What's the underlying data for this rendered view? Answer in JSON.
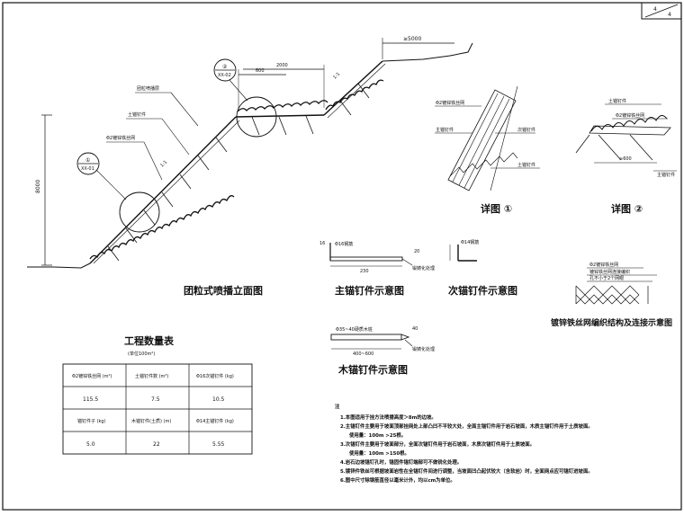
{
  "sheet_no": {
    "current": "4",
    "total": "4"
  },
  "elevation": {
    "title": "团粒式喷播立面图",
    "height_dim": "8000",
    "top_width_dim": "≥5000",
    "berm_dim_600": "600",
    "berm_dim_2000": "2000",
    "slope_ratio_upper": "1:1",
    "slope_ratio_lower": "1:1",
    "callout_1_top": "①",
    "callout_1_bottom": "XX-01",
    "callout_2_top": "②",
    "callout_2_bottom": "XX-02",
    "label_eco_mat": "团粒喷播层",
    "label_soil_anchor": "土锚钉件",
    "label_wire_mesh": "Φ2镀锌铁丝网"
  },
  "detail1": {
    "title": "详图 ①",
    "label_mesh": "Φ2镀锌铁丝网",
    "label_anchor": "主锚钉件",
    "label_sec_anchor": "次锚钉件",
    "label_soil": "土锚钉件"
  },
  "detail2": {
    "title": "详图 ②",
    "label_soil": "土锚钉件",
    "label_mesh": "Φ2镀锌铁丝网",
    "dim": "≥600",
    "label_main": "主锚钉件"
  },
  "main_anchor": {
    "title": "主锚钉件示意图",
    "label_bar": "Φ16钢筋",
    "dim_20": "20",
    "dim_230": "230",
    "dim_16": "16",
    "label_tip": "锻铸化处理"
  },
  "sec_anchor": {
    "title": "次锚钉件示意图",
    "label_bar": "Φ14钢筋"
  },
  "wood_anchor": {
    "title": "木锚钉件示意图",
    "label_bar": "Φ35~40硬质木桩",
    "dim_40": "40",
    "dim_len": "400~600",
    "label_tip": "锻铸化处理"
  },
  "mesh_detail": {
    "title": "镀锌铁丝网编织结构及连接示意图",
    "label_1": "Φ2镀锌铁丝网",
    "label_2": "镀锌铁丝网连接编织",
    "label_3": "孔不小于2个网眼"
  },
  "quantity_table": {
    "title": "工程数量表",
    "subtitle": "(单位100m²)",
    "headers_row1": [
      "Φ2镀锌铁丝网\n(m²)",
      "土锚钉件数\n(m³)",
      "Φ16次锚钉件\n(kg)"
    ],
    "values_row1": [
      "115.5",
      "7.5",
      "10.5"
    ],
    "headers_row2": [
      "锚钉件子\n(kg)",
      "木锚钉件(土质)\n(m)",
      "Φ14主锚钉件\n(kg)"
    ],
    "values_row2": [
      "5.0",
      "22",
      "5.55"
    ]
  },
  "notes": {
    "heading": "注",
    "items": [
      "1.本图适用于挂方法喷播高度＞8m的边坡。",
      "2.主锚钉件主要用于坡面顶部挂网处上部凸凹不平较大处，全面主锚钉件用于岩石坡面，木质主锚钉件用于土质坡面。",
      "使用量：100m >25根。",
      "3.次锚钉件主要用于坡面部分，全面次锚钉件用于岩石坡面，木质次锚钉件用于土质坡面。",
      "使用量：100m >150根。",
      "4.岩石边坡锚钉孔时，锚固件锚钉端部可不做锐化处理。",
      "5.镀锌件铁丝可根据坡面岩性在全锚钉件间进行调整，当坡面凹凸起伏较大（含软岩）时，全面网点应可锚钉进坡面。",
      "6.图中尺寸除钢筋直径以毫米计外，均以cm为单位。"
    ]
  }
}
